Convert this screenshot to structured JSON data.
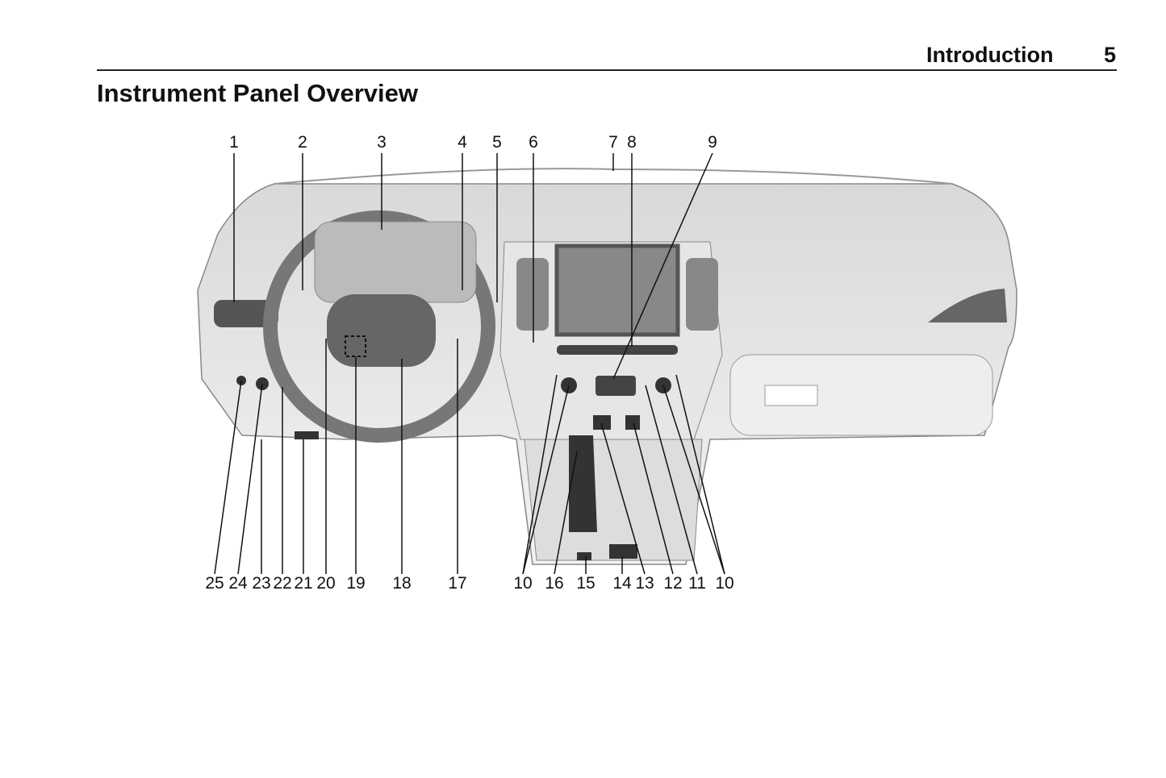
{
  "header": {
    "section": "Introduction",
    "page_number": "5"
  },
  "title": "Instrument Panel Overview",
  "callouts_top": [
    "1",
    "2",
    "3",
    "4",
    "5",
    "6",
    "7",
    "8",
    "9"
  ],
  "callouts_bottom": [
    "25",
    "24",
    "23",
    "22",
    "21",
    "20",
    "19",
    "18",
    "17",
    "10",
    "16",
    "15",
    "14",
    "13",
    "12",
    "11",
    "10"
  ]
}
